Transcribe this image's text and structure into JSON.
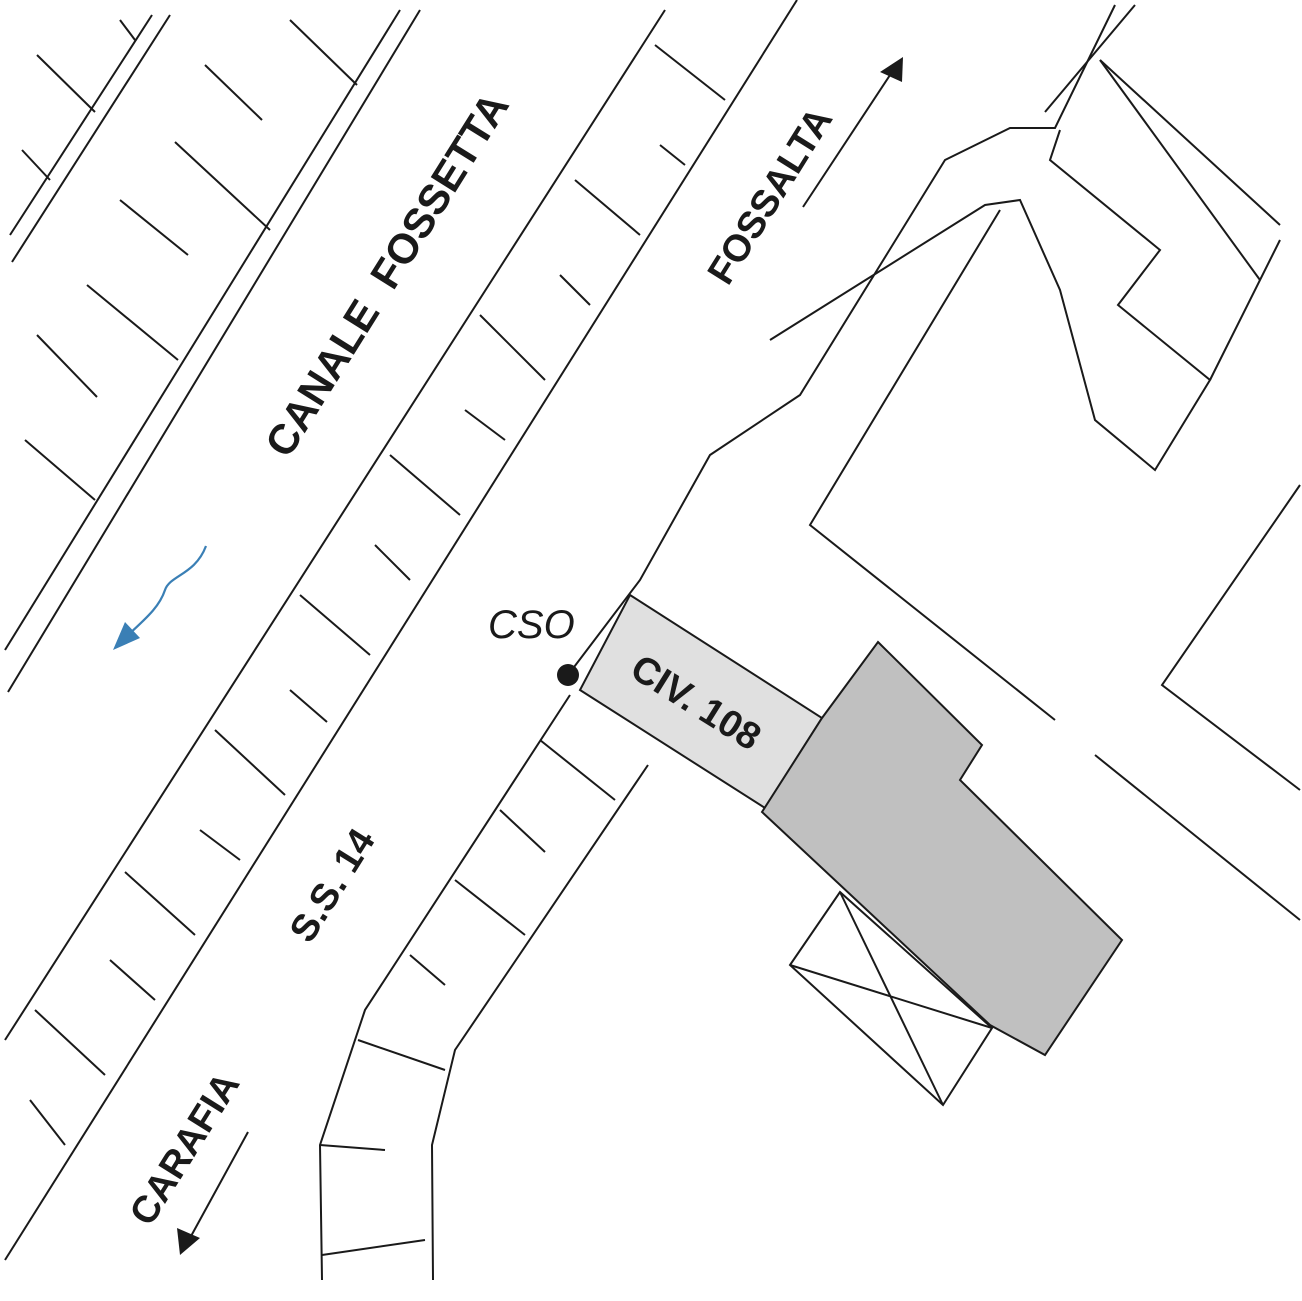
{
  "map": {
    "labels": {
      "canal": "CANALE  FOSSETTA",
      "road": "S.S. 14",
      "direction_north": "FOSSALTA",
      "direction_south": "CARAFIA",
      "building": "CIV. 108",
      "outfall": "CSO"
    },
    "colors": {
      "line": "#1a1a1a",
      "building_highlight": "#e0e0e0",
      "building_adjacent": "#c0c0c0",
      "flow_arrow": "#3a7fb5"
    },
    "icons": {
      "flow": "flow-direction-arrow-icon",
      "outfall": "cso-point-icon",
      "north": "arrow-up-right-icon",
      "south": "arrow-down-left-icon"
    }
  }
}
